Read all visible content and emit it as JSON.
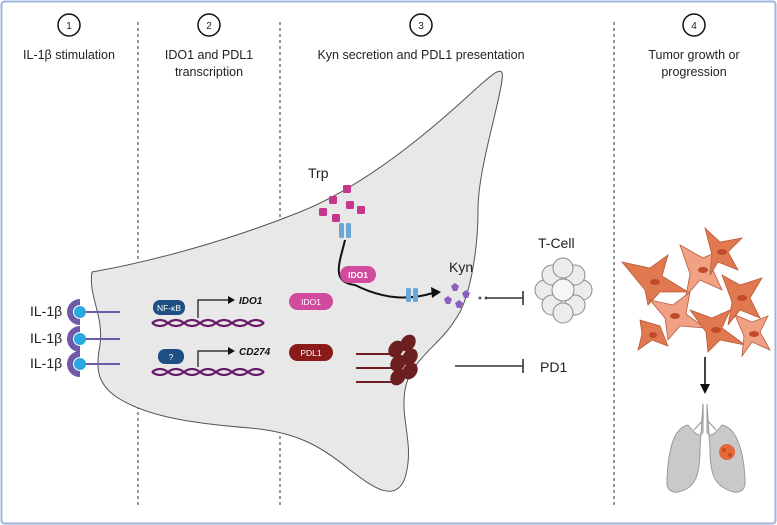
{
  "frame_color": "#9fb4dc",
  "steps": [
    {
      "number": "1",
      "title_lines": [
        "IL-1β stimulation"
      ]
    },
    {
      "number": "2",
      "title_lines": [
        "IDO1 and PDL1",
        "transcription"
      ]
    },
    {
      "number": "3",
      "title_lines": [
        "Kyn secretion and PDL1 presentation"
      ]
    },
    {
      "number": "4",
      "title_lines": [
        "Tumor growth or",
        "progression"
      ]
    }
  ],
  "cell_color": "#e8e8e8",
  "receptors": {
    "ligand_label": "IL-1β",
    "count": 3,
    "ligand_color": "#2aa9e0",
    "receptor_color": "#6e5aa8"
  },
  "transcription": {
    "row1": {
      "factor": "NF-κB",
      "gene": "IDO1",
      "product": "IDO1",
      "product_color": "#d24a9e"
    },
    "row2": {
      "factor": "?",
      "gene": "CD274",
      "product": "PDL1",
      "product_color": "#8b1a1a"
    },
    "factor_color": "#1f4e82",
    "dna_color": "#6a1a6a"
  },
  "metabolism": {
    "trp_label": "Trp",
    "trp_color": "#c8358e",
    "enzyme_label": "IDO1",
    "enzyme_color": "#d24a9e",
    "kyn_label": "Kyn",
    "kyn_color": "#8a5fbf",
    "transporter_color": "#6aa6d6"
  },
  "tcell": {
    "label": "T-Cell"
  },
  "pdl1_surface": {
    "color": "#6b1f1f"
  },
  "pd1": {
    "label": "PD1"
  },
  "tumor": {
    "cell_colors": [
      "#e07850",
      "#f0a184"
    ],
    "nucleus_color": "#c04a2a"
  },
  "lungs": {
    "color": "#c9c9cc",
    "tumor_color": "#e46a3a"
  }
}
